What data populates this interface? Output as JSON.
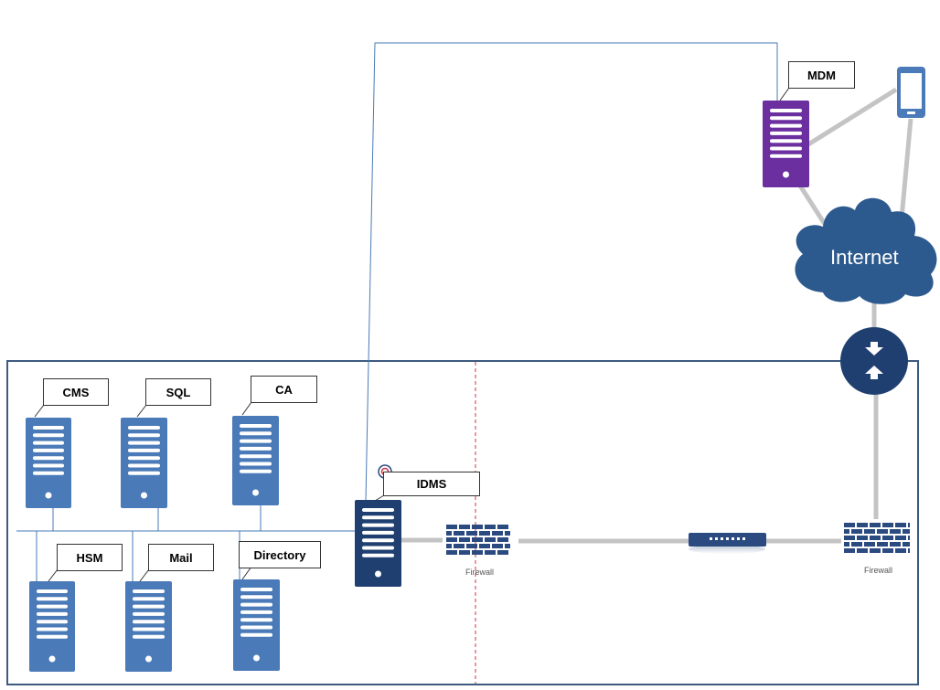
{
  "nodes": {
    "cms": {
      "label": "CMS"
    },
    "sql": {
      "label": "SQL"
    },
    "ca": {
      "label": "CA"
    },
    "hsm": {
      "label": "HSM"
    },
    "mail": {
      "label": "Mail"
    },
    "directory": {
      "label": "Directory"
    },
    "idms": {
      "label": "IDMS"
    },
    "mdm": {
      "label": "MDM"
    }
  },
  "firewall_left": {
    "caption": "Firewall"
  },
  "firewall_right": {
    "caption": "Firewall"
  },
  "cloud": {
    "label": "Internet"
  },
  "colors": {
    "server_blue": "#4a7ab8",
    "idms_navy": "#1f3f70",
    "mdm_purple": "#6b2fa0",
    "cloud_navy": "#2d5a8e",
    "firewall_navy": "#2b4a80",
    "link_gray": "#c4c4c4",
    "line_blue": "#4a7ab8",
    "zone_border": "#3d5a80",
    "dmz_red": "#cc3344"
  }
}
